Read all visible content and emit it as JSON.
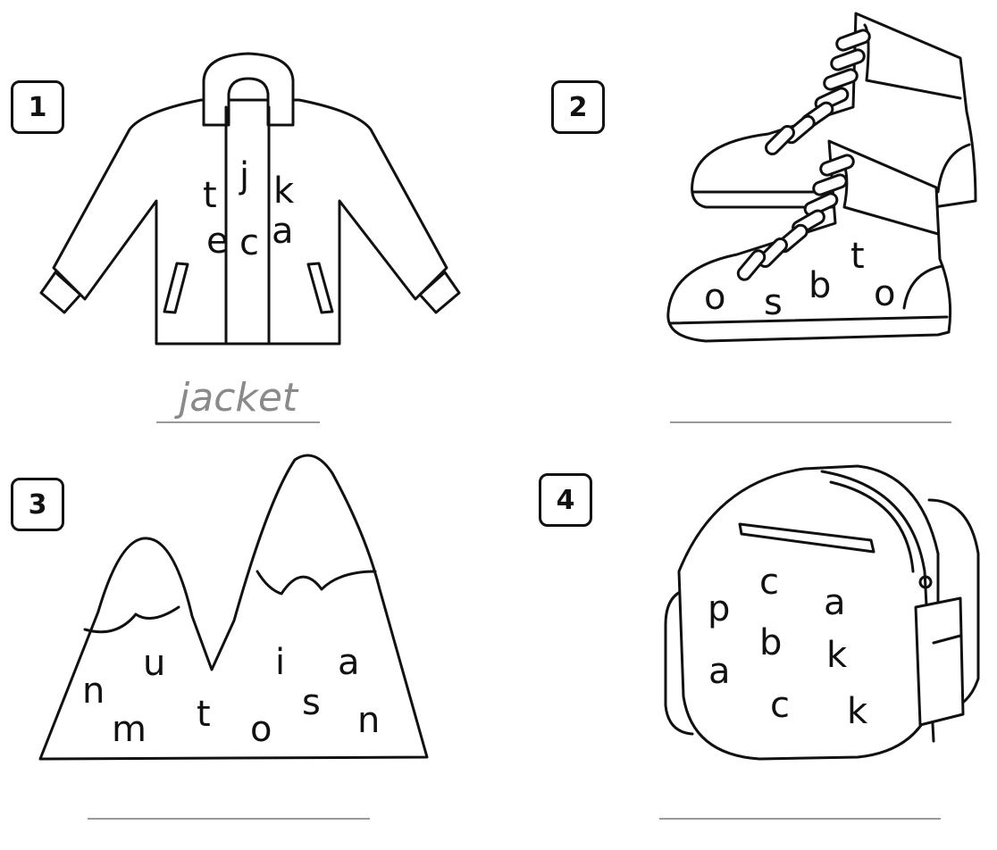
{
  "items": [
    {
      "number": "1",
      "letters": [
        "t",
        "j",
        "k",
        "e",
        "c",
        "a"
      ],
      "answer": "jacket",
      "picture_icon": "jacket-icon"
    },
    {
      "number": "2",
      "letters": [
        "t",
        "o",
        "s",
        "b",
        "o"
      ],
      "answer": "",
      "picture_icon": "boots-icon"
    },
    {
      "number": "3",
      "letters": [
        "u",
        "i",
        "a",
        "n",
        "t",
        "s",
        "n",
        "m",
        "o"
      ],
      "answer": "",
      "picture_icon": "mountains-icon"
    },
    {
      "number": "4",
      "letters": [
        "p",
        "c",
        "a",
        "b",
        "k",
        "a",
        "c",
        "k"
      ],
      "answer": "",
      "picture_icon": "backpack-icon"
    }
  ]
}
